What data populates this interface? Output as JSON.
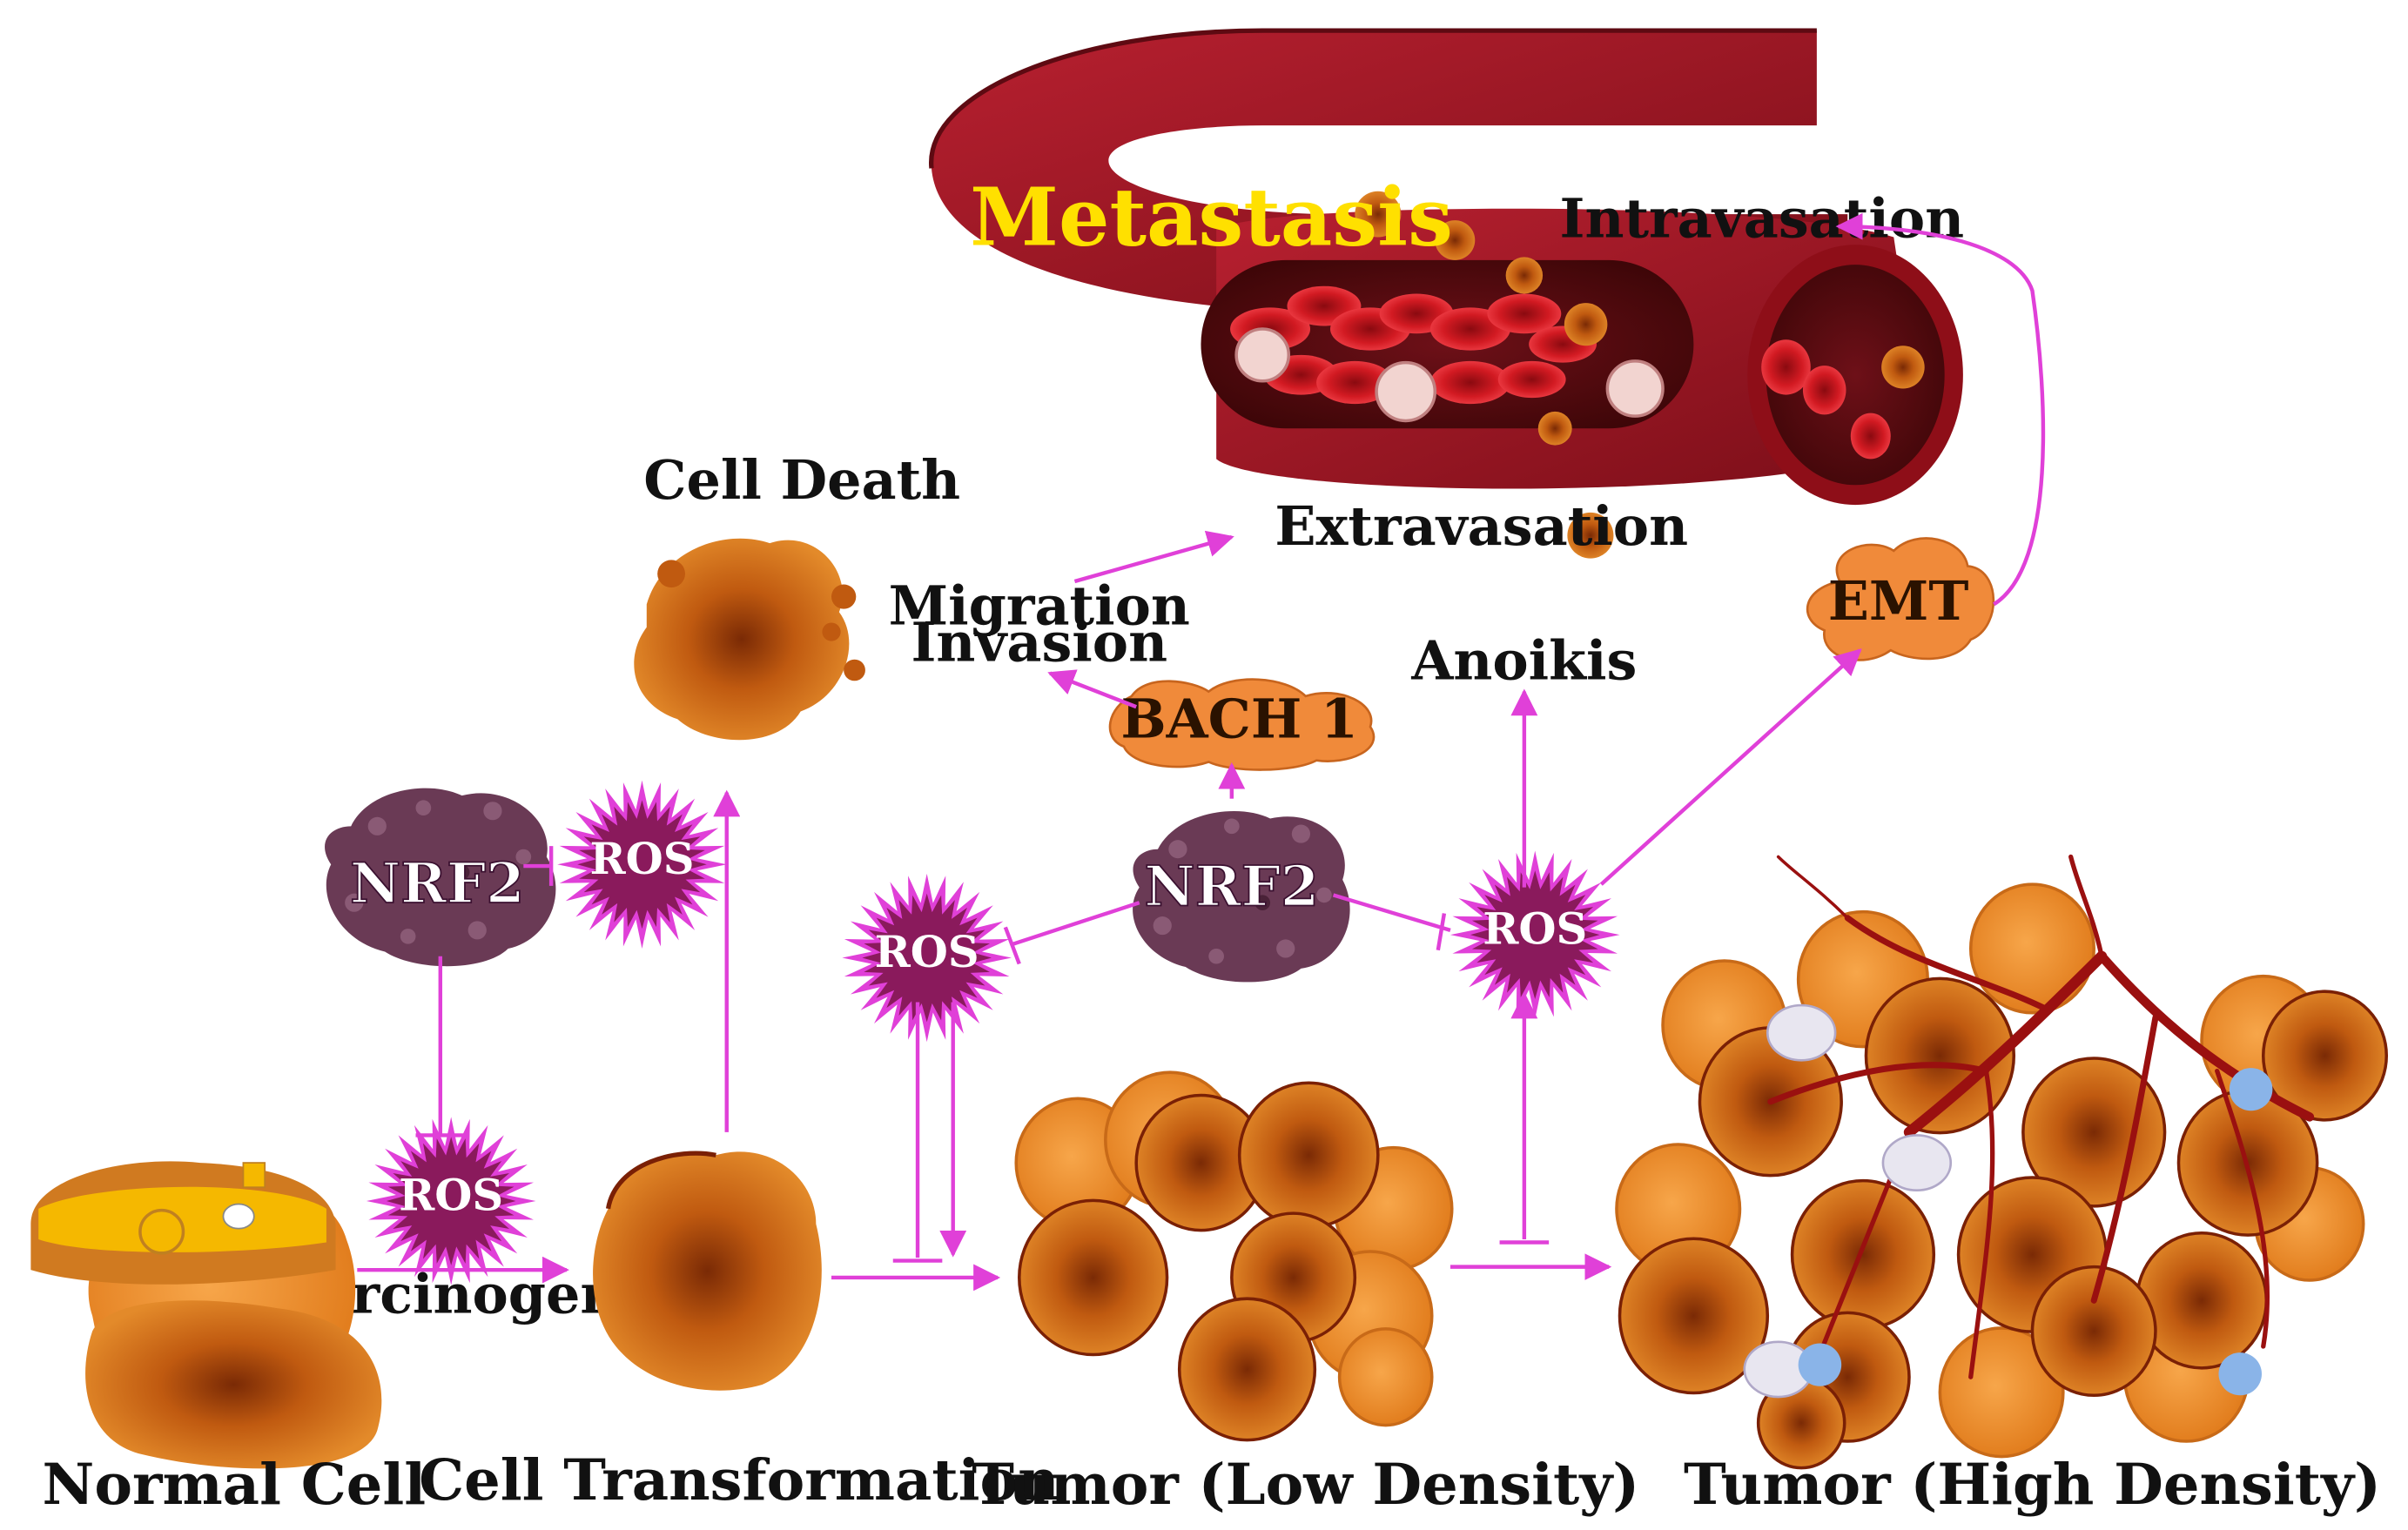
{
  "title": "Metastasis",
  "labels": {
    "intravasation": "Intravasation",
    "extravasation": "Extravasation",
    "cell_death": "Cell Death",
    "migration": "Migration",
    "invasion": "Invasion",
    "anoikis": "Anoikis",
    "carcinogen": "Carcinogen"
  },
  "nodes": {
    "emt": "EMT",
    "bach1": "BACH 1",
    "nrf2": "NRF2",
    "ros": "ROS"
  },
  "stages": {
    "normal": "Normal  Cell",
    "transformation": "Cell Transformation",
    "tumor_low": "Tumor  (Low Density)",
    "tumor_high": "Tumor (High Density)"
  },
  "colors": {
    "arrow": "#e040d8",
    "ros": "#8a1a5c",
    "ros_halo": "#e040d8",
    "nrf2": "#6a3a55",
    "cloud": "#f08a3a",
    "vessel": "#a01824",
    "cell": "#d06a10",
    "title": "#ffe000"
  }
}
